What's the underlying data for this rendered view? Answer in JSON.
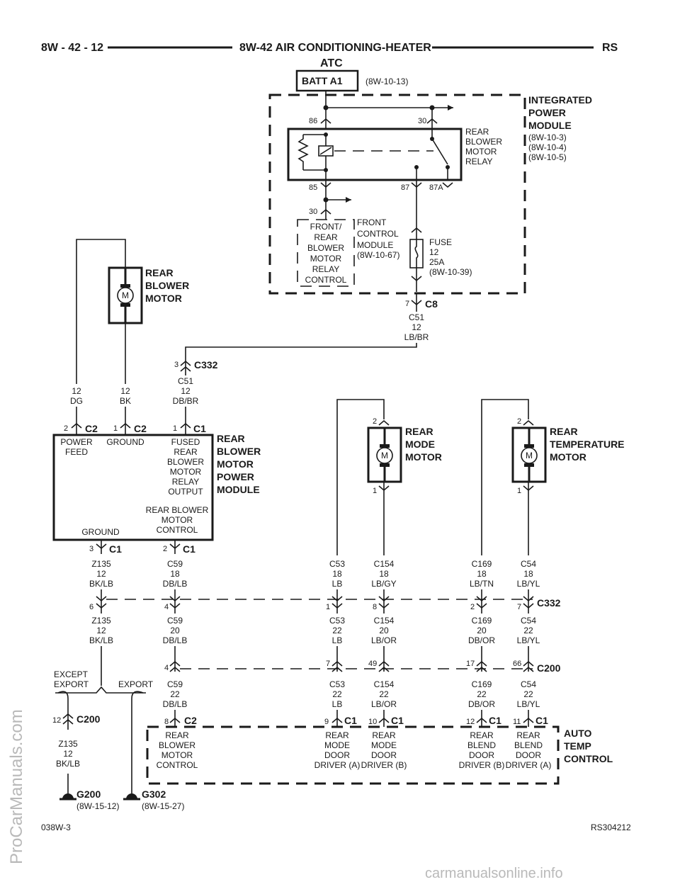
{
  "header": {
    "left": "8W - 42 - 12",
    "center": "8W-42 AIR CONDITIONING-HEATER",
    "right": "RS",
    "subtitle": "ATC"
  },
  "batt": {
    "label": "BATT A1",
    "ref": "(8W-10-13)"
  },
  "ipm": {
    "line1": "INTEGRATED",
    "line2": "POWER",
    "line3": "MODULE",
    "ref1": "(8W-10-3)",
    "ref2": "(8W-10-4)",
    "ref3": "(8W-10-5)"
  },
  "relay": {
    "pin86": "86",
    "pin30": "30",
    "pin85": "85",
    "pin87": "87",
    "pin87a": "87A",
    "l1": "REAR",
    "l2": "BLOWER",
    "l3": "MOTOR",
    "l4": "RELAY"
  },
  "fcm": {
    "pin": "30",
    "box1": "FRONT/",
    "box2": "REAR",
    "box3": "BLOWER",
    "box4": "MOTOR",
    "box5": "RELAY",
    "box6": "CONTROL",
    "l1": "FRONT",
    "l2": "CONTROL",
    "l3": "MODULE",
    "l4": "(8W-10-67)"
  },
  "fuse": {
    "l1": "FUSE",
    "l2": "12",
    "l3": "25A",
    "l4": "(8W-10-39)"
  },
  "c8": {
    "pin": "7",
    "conn": "C8",
    "w1": "C51",
    "w2": "12",
    "w3": "LB/BR"
  },
  "rear_blower_motor": {
    "l1": "REAR",
    "l2": "BLOWER",
    "l3": "MOTOR",
    "m": "M"
  },
  "c332_top": {
    "pin": "3",
    "conn": "C332",
    "w1": "C51",
    "w2": "12",
    "w3": "DB/BR"
  },
  "wires_left": {
    "dg1": "12",
    "dg2": "DG",
    "bk1": "12",
    "bk2": "BK"
  },
  "rbmpm": {
    "c2a_pin": "2",
    "c2a": "C2",
    "c2b_pin": "1",
    "c2b": "C2",
    "c1_pin": "1",
    "c1": "C1",
    "pf1": "POWER",
    "pf2": "FEED",
    "gnd": "GROUND",
    "fu1": "FUSED",
    "fu2": "REAR",
    "fu3": "BLOWER",
    "fu4": "MOTOR",
    "fu5": "RELAY",
    "fu6": "OUTPUT",
    "rb1": "REAR BLOWER",
    "rb2": "MOTOR",
    "rb3": "CONTROL",
    "gnd2": "GROUND",
    "n1": "REAR",
    "n2": "BLOWER",
    "n3": "MOTOR",
    "n4": "POWER",
    "n5": "MODULE",
    "b3_pin": "3",
    "b3": "C1",
    "b2_pin": "2",
    "b2": "C1"
  },
  "rmm": {
    "top_pin": "2",
    "bot_pin": "1",
    "m": "M",
    "l1": "REAR",
    "l2": "MODE",
    "l3": "MOTOR"
  },
  "rtm": {
    "top_pin": "2",
    "bot_pin": "1",
    "m": "M",
    "l1": "REAR",
    "l2": "TEMPERATURE",
    "l3": "MOTOR"
  },
  "row1": [
    {
      "a": "Z135",
      "b": "12",
      "c": "BK/LB"
    },
    {
      "a": "C59",
      "b": "18",
      "c": "DB/LB"
    },
    {
      "a": "C53",
      "b": "18",
      "c": "LB"
    },
    {
      "a": "C154",
      "b": "18",
      "c": "LB/GY"
    },
    {
      "a": "C169",
      "b": "18",
      "c": "LB/TN"
    },
    {
      "a": "C54",
      "b": "18",
      "c": "LB/YL"
    }
  ],
  "c332_mid": {
    "p1": "6",
    "p2": "4",
    "p3": "1",
    "p4": "8",
    "p5": "2",
    "p6": "7",
    "conn": "C332"
  },
  "row2": [
    {
      "a": "Z135",
      "b": "12",
      "c": "BK/LB"
    },
    {
      "a": "C59",
      "b": "20",
      "c": "DB/LB"
    },
    {
      "a": "C53",
      "b": "22",
      "c": "LB"
    },
    {
      "a": "C154",
      "b": "20",
      "c": "LB/OR"
    },
    {
      "a": "C169",
      "b": "20",
      "c": "DB/OR"
    },
    {
      "a": "C54",
      "b": "22",
      "c": "LB/YL"
    }
  ],
  "c200_mid": {
    "p1": "4",
    "p2": "7",
    "p3": "49",
    "p4": "17",
    "p5": "66",
    "conn": "C200"
  },
  "row3": [
    {
      "a": "C59",
      "b": "22",
      "c": "DB/LB"
    },
    {
      "a": "C53",
      "b": "22",
      "c": "LB"
    },
    {
      "a": "C154",
      "b": "22",
      "c": "LB/OR"
    },
    {
      "a": "C169",
      "b": "22",
      "c": "DB/OR"
    },
    {
      "a": "C54",
      "b": "22",
      "c": "LB/YL"
    }
  ],
  "export": {
    "l1": "EXCEPT",
    "l2": "EXPORT",
    "r": "EXPORT"
  },
  "c200_left": {
    "pin": "12",
    "conn": "C200",
    "w1": "Z135",
    "w2": "12",
    "w3": "BK/LB"
  },
  "atc": {
    "c2_pin": "8",
    "c2": "C2",
    "c1a_pin": "9",
    "c1a": "C1",
    "c1b_pin": "10",
    "c1b": "C1",
    "c1c_pin": "12",
    "c1c": "C1",
    "c1d_pin": "11",
    "c1d": "C1",
    "d1": [
      "REAR",
      "BLOWER",
      "MOTOR",
      "CONTROL"
    ],
    "d2": [
      "REAR",
      "MODE",
      "DOOR",
      "DRIVER (A)"
    ],
    "d3": [
      "REAR",
      "MODE",
      "DOOR",
      "DRIVER (B)"
    ],
    "d4": [
      "REAR",
      "BLEND",
      "DOOR",
      "DRIVER (B)"
    ],
    "d5": [
      "REAR",
      "BLEND",
      "DOOR",
      "DRIVER (A)"
    ],
    "n1": "AUTO",
    "n2": "TEMP",
    "n3": "CONTROL"
  },
  "grounds": {
    "g200": "G200",
    "g200ref": "(8W-15-12)",
    "g302": "G302",
    "g302ref": "(8W-15-27)"
  },
  "footer": {
    "left": "038W-3",
    "right": "RS304212"
  },
  "watermarks": {
    "side": "ProCarManuals.com",
    "bottom": "carmanualsonline.info"
  }
}
